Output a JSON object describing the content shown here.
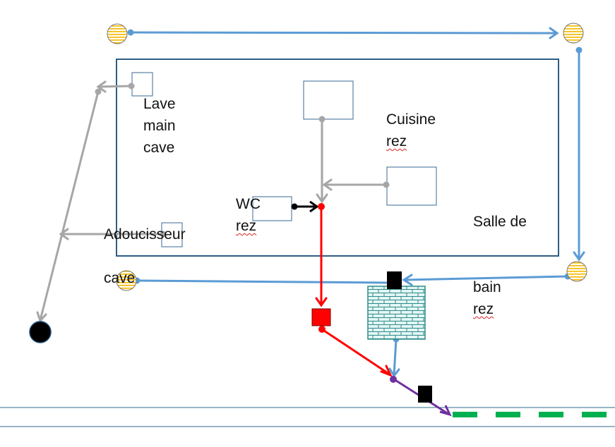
{
  "labels": {
    "lave_main_cave": "Lave\nmain\ncave",
    "cuisine": "Cuisine",
    "wc": "WC",
    "salle_de_bain_line1": "Salle de",
    "salle_de_bain_line2": "bain",
    "adoucisseur_line1": "Adoucisseur",
    "adoucisseur_line2": "cave",
    "rez": "rez"
  },
  "colors": {
    "house_outline": "#2e5d86",
    "fixture_outline": "#3a6a96",
    "rain_pipe": "#5b9bd5",
    "grey_water": "#a6a6a6",
    "black_water": "#ff0000",
    "wc_link": "#000000",
    "combined": "#7030a0",
    "sewer_dash": "#00b050",
    "tank_pattern": "#2e8b8b",
    "downspout_fill": "#f5b800"
  },
  "icons": {
    "downspout": "downspout-icon",
    "tank": "infiltration-tank-icon",
    "manhole": "manhole-icon",
    "inspection_chamber": "inspection-chamber-icon",
    "soakaway": "soakaway-icon"
  }
}
